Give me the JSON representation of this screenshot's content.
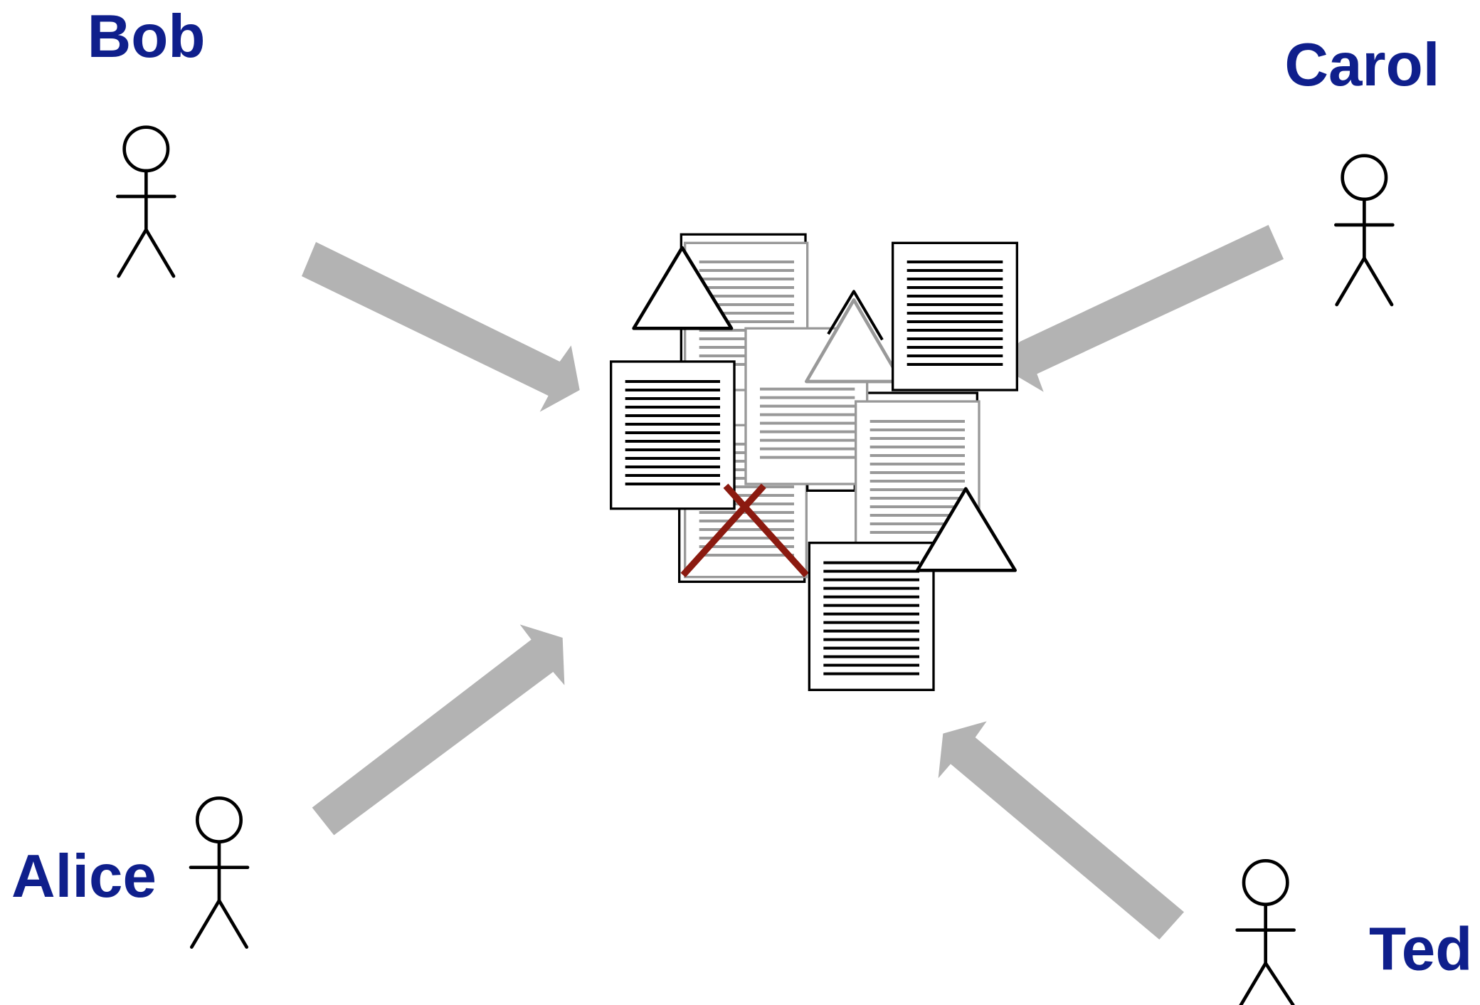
{
  "people": [
    {
      "id": "bob",
      "name": "Bob"
    },
    {
      "id": "carol",
      "name": "Carol"
    },
    {
      "id": "alice",
      "name": "Alice"
    },
    {
      "id": "ted",
      "name": "Ted"
    }
  ],
  "colors": {
    "name_text": "#0f1f8c",
    "arrow": "#b3b3b3",
    "conflict_mark": "#8b1a10",
    "faded_lines": "#999999",
    "dark_lines": "#000000"
  },
  "icons": [
    "stick-figure-icon",
    "document-icon",
    "triangle-icon",
    "cross-mark-icon"
  ]
}
